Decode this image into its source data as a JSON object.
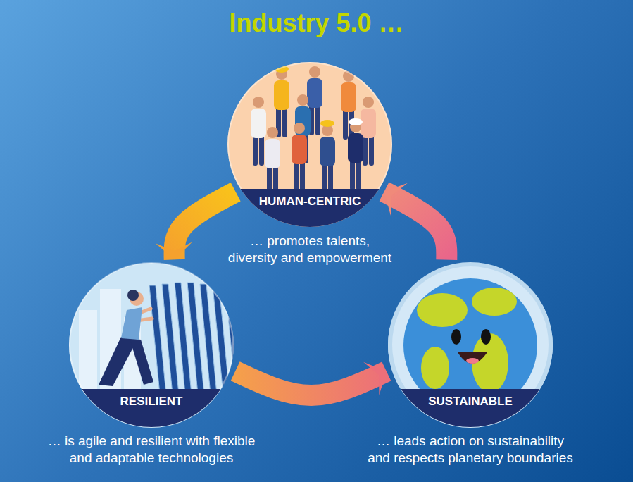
{
  "diagram": {
    "title": "Industry 5.0 …",
    "nodes": [
      {
        "text": [
          "HUMAN-CENTRIC",
          "… promotes talents, diversity and empowerment"
        ]
      },
      {
        "text": [
          "RESILIENT",
          "… is agile and resilient with flexible and adaptable technologies"
        ]
      },
      {
        "text": [
          "SUSTAINABLE",
          "… leads action on sustainability and respects planetary boundaries"
        ]
      }
    ],
    "edges": [
      {
        "from": 0,
        "to": 1,
        "arrow": "to"
      },
      {
        "from": 1,
        "to": 2,
        "arrow": "to"
      },
      {
        "from": 2,
        "to": 0,
        "arrow": "to"
      }
    ]
  }
}
